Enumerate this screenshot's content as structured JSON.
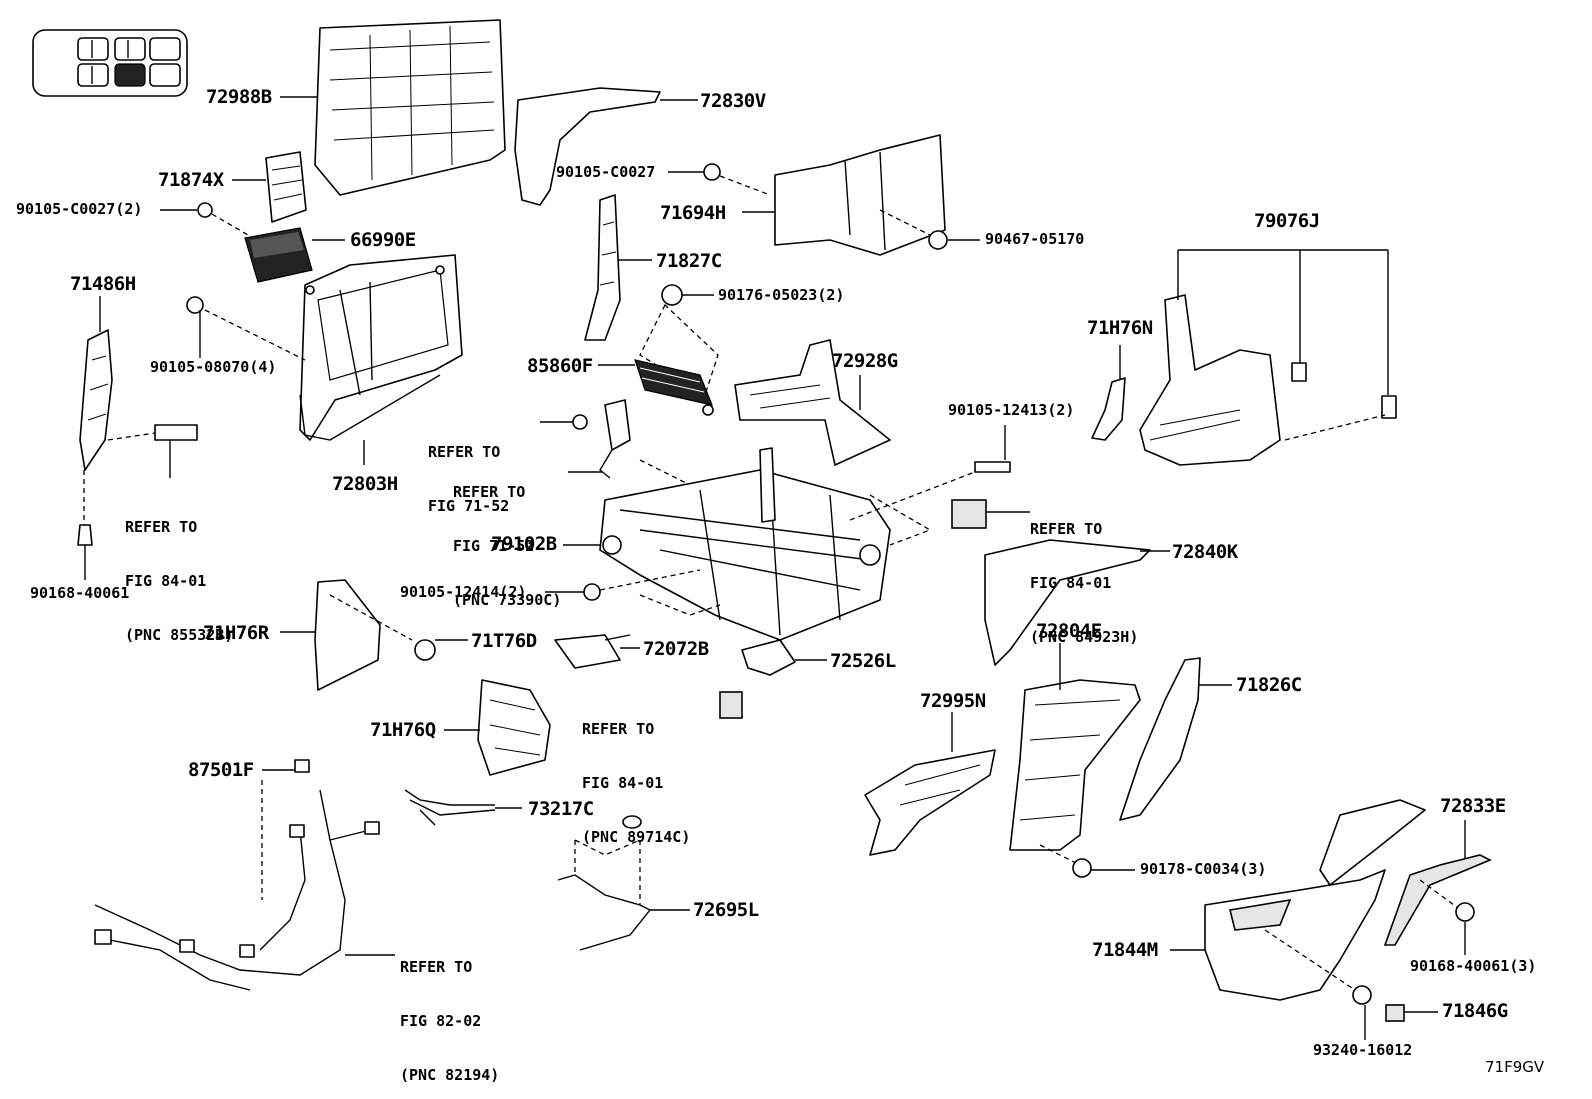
{
  "parts": [
    {
      "id": "72988B",
      "text": "72988B"
    },
    {
      "id": "71874X",
      "text": "71874X"
    },
    {
      "id": "90105-C0027-2",
      "text": "90105-C0027(2)"
    },
    {
      "id": "66990E",
      "text": "66990E"
    },
    {
      "id": "71486H",
      "text": "71486H"
    },
    {
      "id": "90105-08070-4",
      "text": "90105-08070(4)"
    },
    {
      "id": "72803H",
      "text": "72803H"
    },
    {
      "id": "90168-40061",
      "text": "90168-40061"
    },
    {
      "id": "72830V",
      "text": "72830V"
    },
    {
      "id": "90105-C0027",
      "text": "90105-C0027"
    },
    {
      "id": "71694H",
      "text": "71694H"
    },
    {
      "id": "90467-05170",
      "text": "90467-05170"
    },
    {
      "id": "71827C",
      "text": "71827C"
    },
    {
      "id": "90176-05023-2",
      "text": "90176-05023(2)"
    },
    {
      "id": "85860F",
      "text": "85860F"
    },
    {
      "id": "72928G",
      "text": "72928G"
    },
    {
      "id": "79076J",
      "text": "79076J"
    },
    {
      "id": "71H76N",
      "text": "71H76N"
    },
    {
      "id": "90105-12413-2",
      "text": "90105-12413(2)"
    },
    {
      "id": "79102B",
      "text": "79102B"
    },
    {
      "id": "90105-12414-2",
      "text": "90105-12414(2)"
    },
    {
      "id": "72840K",
      "text": "72840K"
    },
    {
      "id": "71H76R",
      "text": "71H76R"
    },
    {
      "id": "71T76D",
      "text": "71T76D"
    },
    {
      "id": "72072B",
      "text": "72072B"
    },
    {
      "id": "72526L",
      "text": "72526L"
    },
    {
      "id": "72804E",
      "text": "72804E"
    },
    {
      "id": "71826C",
      "text": "71826C"
    },
    {
      "id": "72995N",
      "text": "72995N"
    },
    {
      "id": "71H76Q",
      "text": "71H76Q"
    },
    {
      "id": "87501F",
      "text": "87501F"
    },
    {
      "id": "73217C",
      "text": "73217C"
    },
    {
      "id": "72695L",
      "text": "72695L"
    },
    {
      "id": "90178-C0034-3",
      "text": "90178-C0034(3)"
    },
    {
      "id": "72833E",
      "text": "72833E"
    },
    {
      "id": "71844M",
      "text": "71844M"
    },
    {
      "id": "90168-40061-3",
      "text": "90168-40061(3)"
    },
    {
      "id": "71846G",
      "text": "71846G"
    },
    {
      "id": "93240-16012",
      "text": "93240-16012"
    }
  ],
  "refs": [
    {
      "id": "ref-fig-71-52-a",
      "line1": "REFER TO",
      "line2": "FIG 71-52",
      "line3": ""
    },
    {
      "id": "ref-fig-71-52-b",
      "line1": "REFER TO",
      "line2": "FIG 71-52",
      "line3": "(PNC 73390C)"
    },
    {
      "id": "ref-fig-84-01-a",
      "line1": "REFER TO",
      "line2": "FIG 84-01",
      "line3": "(PNC 85532B)"
    },
    {
      "id": "ref-fig-84-01-b",
      "line1": "REFER TO",
      "line2": "FIG 84-01",
      "line3": "(PNC 84923H)"
    },
    {
      "id": "ref-fig-84-01-c",
      "line1": "REFER TO",
      "line2": "FIG 84-01",
      "line3": "(PNC 89714C)"
    },
    {
      "id": "ref-fig-82-02",
      "line1": "REFER TO",
      "line2": "FIG 82-02",
      "line3": "(PNC 82194)"
    }
  ],
  "figure_code": "71F9GV"
}
